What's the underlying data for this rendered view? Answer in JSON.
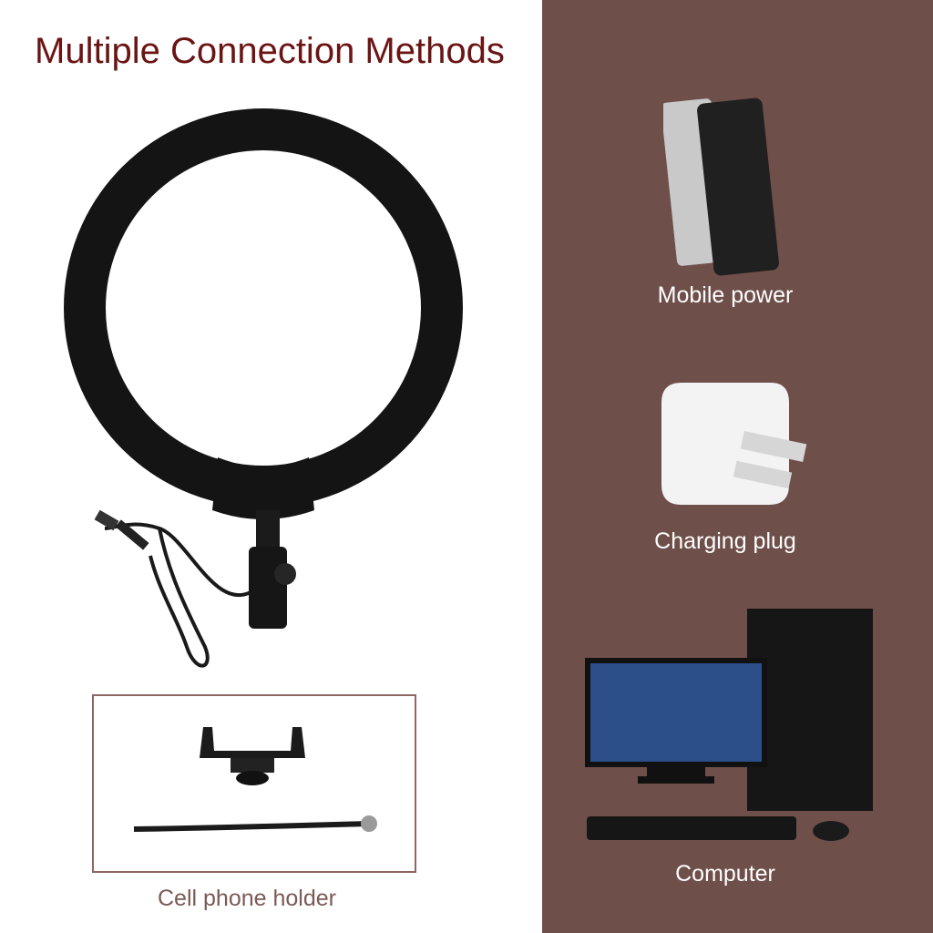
{
  "title": "Multiple Connection Methods",
  "left": {
    "holder_caption": "Cell phone holder"
  },
  "right": {
    "items": [
      {
        "label": "Mobile power",
        "icon": "power-bank-icon"
      },
      {
        "label": "Charging plug",
        "icon": "charging-plug-icon"
      },
      {
        "label": "Computer",
        "icon": "computer-icon"
      }
    ]
  },
  "colors": {
    "title": "#6b1414",
    "panel": "#6f4f4a",
    "frame": "#8c6762"
  }
}
